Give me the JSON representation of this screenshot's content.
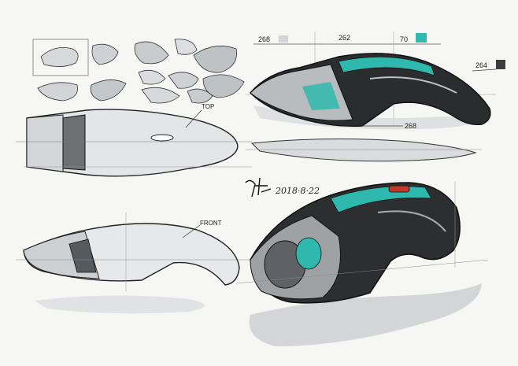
{
  "annotations": {
    "dim_268_top": "268",
    "dim_262": "262",
    "dim_70": "70",
    "dim_264": "264",
    "dim_268_bottom": "268",
    "view_top": "TOP",
    "view_front": "FRONT",
    "date": "2018·8·22"
  },
  "colors": {
    "paper": "#f6f6f4",
    "ink": "#1a1a1a",
    "teal_accent": "#2fb8ad",
    "grey_marker": "#8c8f92",
    "light_grey": "#c9cccf",
    "red_button": "#c0392b"
  }
}
